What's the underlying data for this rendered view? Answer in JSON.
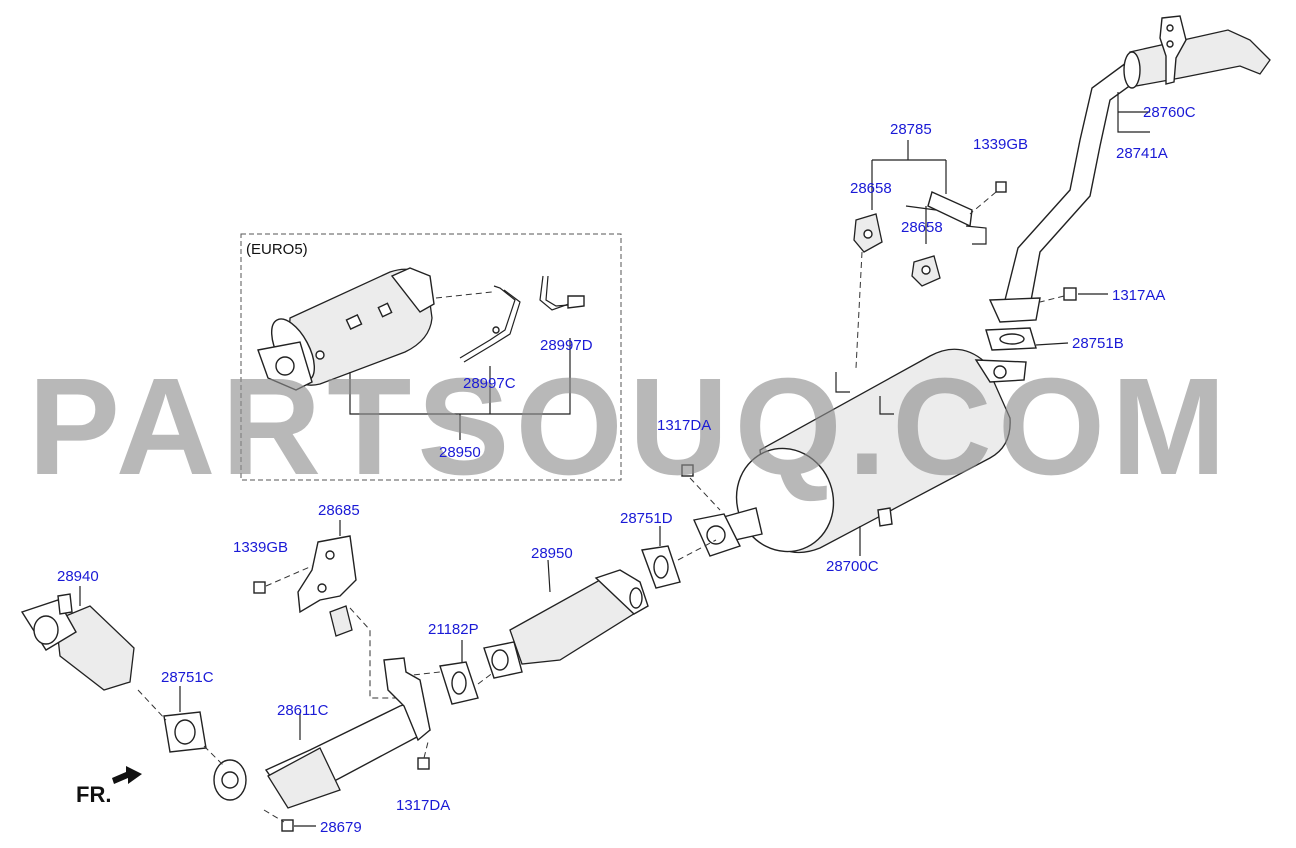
{
  "euro_box_label": "(EURO5)",
  "watermark": "PARTSOUQ.COM",
  "front_indicator": "FR.",
  "labels": {
    "l_28760C": "28760C",
    "l_28741A": "28741A",
    "l_28785": "28785",
    "l_1339GB_top": "1339GB",
    "l_28658_a": "28658",
    "l_28658_b": "28658",
    "l_1317AA": "1317AA",
    "l_28751B": "28751B",
    "l_28997D": "28997D",
    "l_28997C": "28997C",
    "l_28950_top": "28950",
    "l_1317DA_mid": "1317DA",
    "l_28751D": "28751D",
    "l_28700C": "28700C",
    "l_28950_mid": "28950",
    "l_28685": "28685",
    "l_1339GB_low": "1339GB",
    "l_28940": "28940",
    "l_21182P": "21182P",
    "l_28751C": "28751C",
    "l_28611C": "28611C",
    "l_1317DA_low": "1317DA",
    "l_28679": "28679"
  },
  "colors": {
    "label_blue": "#1a1ad6",
    "outline": "#222222",
    "watermark_gray": "#8c8c8c"
  }
}
